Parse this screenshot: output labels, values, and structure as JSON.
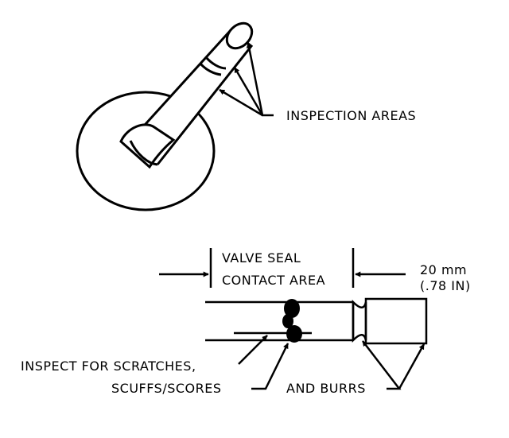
{
  "labels": {
    "inspection_areas": "INSPECTION AREAS",
    "valve_seal_line1": "VALVE SEAL",
    "valve_seal_line2": "CONTACT AREA",
    "dimension_mm": "20 mm",
    "dimension_in": "(.78 IN)",
    "scratches": "INSPECT FOR SCRATCHES,",
    "scuffs": "SCUFFS/SCORES",
    "burrs": "AND BURRS"
  },
  "colors": {
    "ink": "#000000",
    "paper": "#ffffff"
  }
}
